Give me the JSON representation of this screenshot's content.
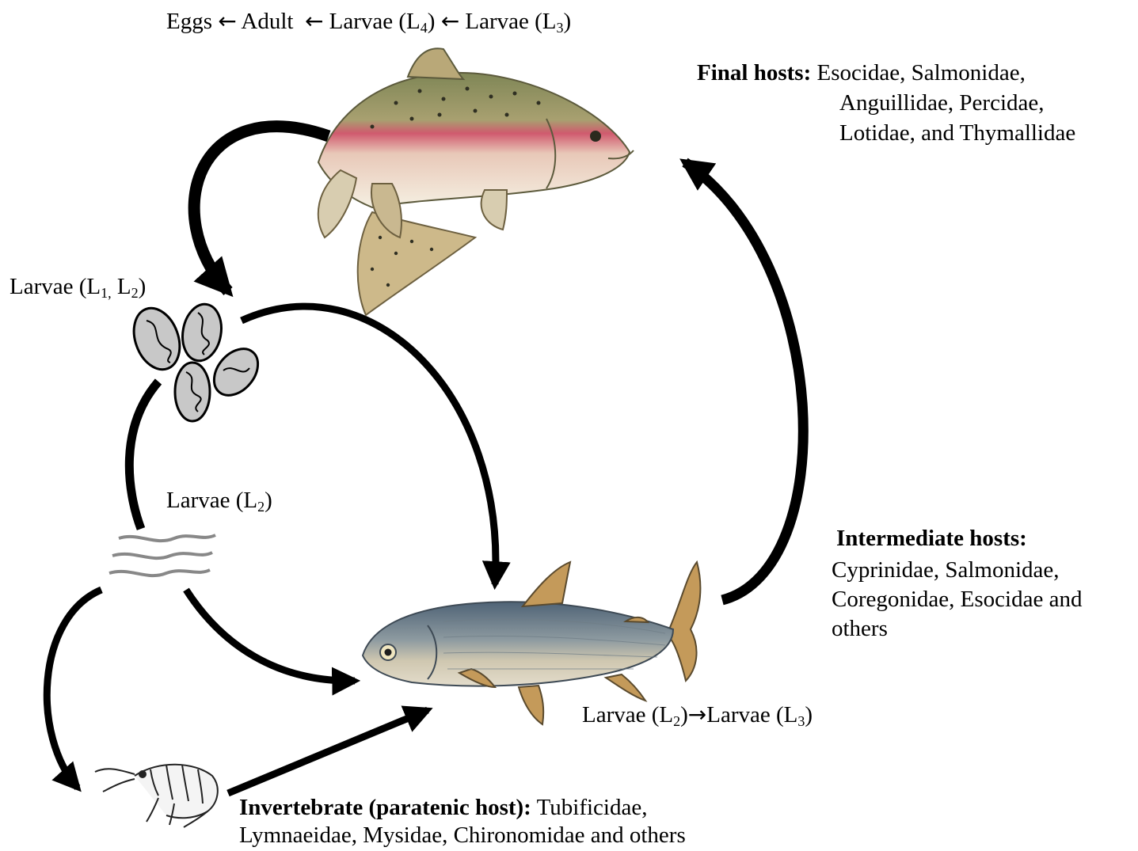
{
  "top_sequence": {
    "eggs": "Eggs",
    "arrow1": "←",
    "adult": "Adult",
    "arrow2": "←",
    "larvae_l4_pre": "Larvae (L",
    "larvae_l4_sub": "4",
    "larvae_l4_post": ")",
    "arrow3": "←",
    "larvae_l3_pre": "Larvae (L",
    "larvae_l3_sub": "3",
    "larvae_l3_post": ")"
  },
  "final_hosts": {
    "heading": "Final hosts:",
    "line1": "Esocidae, Salmonidae,",
    "line2": "Anguillidae, Percidae,",
    "line3": "Lotidae, and Thymallidae"
  },
  "larvae_l1_l2": {
    "pre": "Larvae (L",
    "sub1": "1,",
    "mid": " L",
    "sub2": "2",
    "post": ")"
  },
  "larvae_l2": {
    "pre": "Larvae (L",
    "sub": "2",
    "post": ")"
  },
  "intermediate_hosts": {
    "heading": "Intermediate hosts:",
    "line1": "Cyprinidae, Salmonidae,",
    "line2": "Coregonidae, Esocidae and",
    "line3": "others"
  },
  "larvae_transition": {
    "pre1": "Larvae (L",
    "sub1": "2",
    "post1": ")",
    "arrow": "→",
    "pre2": "Larvae (L",
    "sub2": "3",
    "post2": ")"
  },
  "invertebrate": {
    "heading": "Invertebrate (paratenic host):",
    "line1_rest": " Tubificidae,",
    "line2": "Lymnaeidae, Mysidae, Chironomidae and others"
  },
  "colors": {
    "arrow": "#000000",
    "egg_fill": "#c8c8c8",
    "trout_back": "#8a8f5a",
    "trout_stripe": "#d05a6e",
    "trout_belly": "#f3eedc",
    "whitefish_back": "#5a6e80",
    "whitefish_belly": "#d9d2bf",
    "fin": "#c49a5a"
  }
}
